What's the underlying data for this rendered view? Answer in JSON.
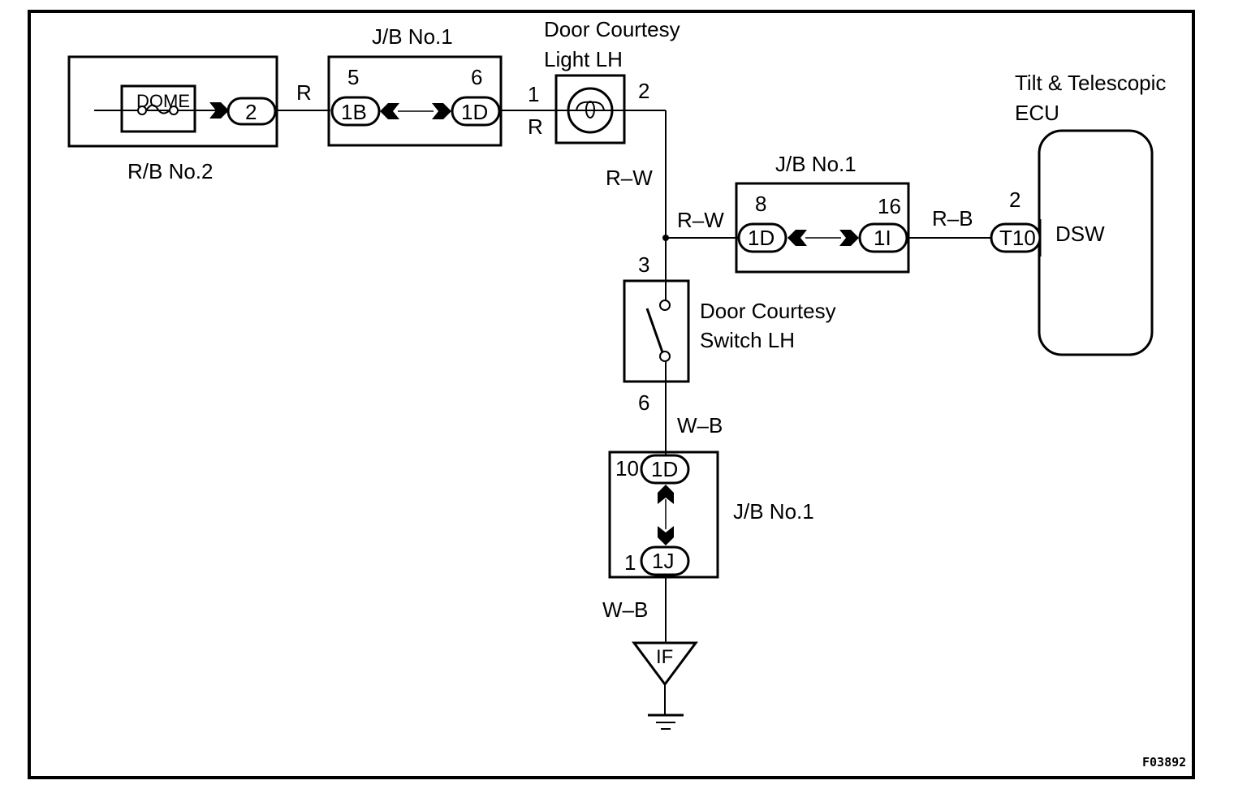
{
  "diagram": {
    "figure_id": "F03892",
    "colors": {
      "line": "#000000",
      "background": "#ffffff"
    },
    "components": {
      "rb2": {
        "label": "R/B No.2",
        "fuse_label": "DOME",
        "connector": "2"
      },
      "jb1_top": {
        "label": "J/B No.1",
        "left_pin": "5",
        "left_connector": "1B",
        "right_pin": "6",
        "right_connector": "1D"
      },
      "courtesy_light": {
        "label_line1": "Door Courtesy",
        "label_line2": "Light LH",
        "pin_in": "1",
        "pin_out": "2"
      },
      "jb1_mid": {
        "label": "J/B No.1",
        "left_pin": "8",
        "left_connector": "1D",
        "right_pin": "16",
        "right_connector": "1I"
      },
      "ecu": {
        "label_line1": "Tilt & Telescopic",
        "label_line2": "ECU",
        "pin": "2",
        "connector": "T10",
        "terminal": "DSW"
      },
      "courtesy_switch": {
        "label_line1": "Door Courtesy",
        "label_line2": "Switch LH",
        "pin_top": "3",
        "pin_bottom": "6"
      },
      "jb1_bottom": {
        "label": "J/B No.1",
        "top_pin": "10",
        "top_connector": "1D",
        "bottom_pin": "1",
        "bottom_connector": "1J"
      },
      "ground": {
        "label": "IF"
      }
    },
    "wires": {
      "rb_to_jb": "R",
      "jb_to_light": "R",
      "light_to_junction": "R–W",
      "junction_to_jb": "R–W",
      "jb_to_ecu": "R–B",
      "switch_to_jb": "W–B",
      "jb_to_ground": "W–B"
    }
  }
}
